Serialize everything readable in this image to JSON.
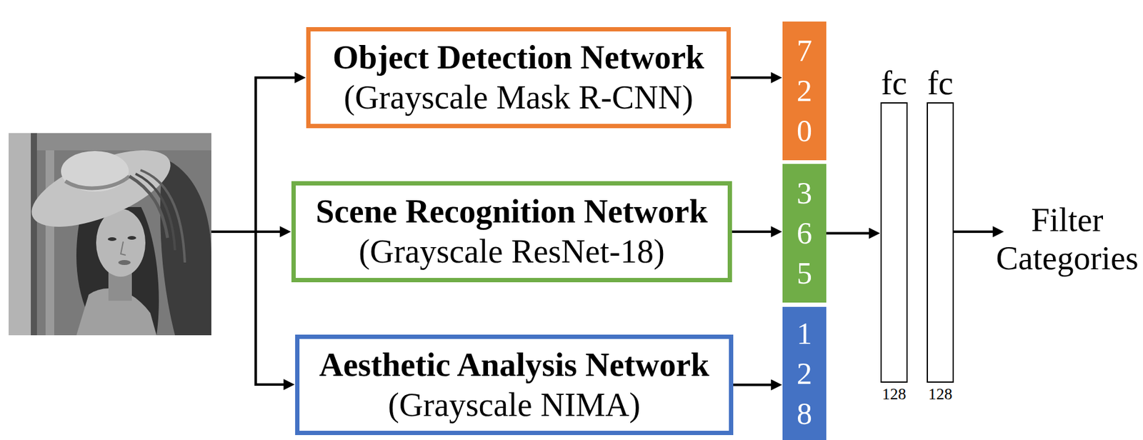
{
  "diagram": {
    "nodes": [
      {
        "text": [
          "Object Detection Network",
          "(Grayscale Mask R-CNN)"
        ]
      },
      {
        "text": [
          "Scene Recognition Network",
          "(Grayscale ResNet-18)"
        ]
      },
      {
        "text": [
          "Aesthetic Analysis Network",
          "(Grayscale NIMA)"
        ]
      },
      {
        "text": [
          "720"
        ]
      },
      {
        "text": [
          "365"
        ]
      },
      {
        "text": [
          "128"
        ]
      },
      {
        "text": [
          "fc",
          "128"
        ]
      },
      {
        "text": [
          "fc",
          "128"
        ]
      }
    ],
    "edges": [
      {
        "from": 0,
        "to": 3,
        "arrow": "to"
      },
      {
        "from": 1,
        "to": 4,
        "arrow": "to"
      },
      {
        "from": 2,
        "to": 5,
        "arrow": "to"
      },
      {
        "from": 4,
        "to": 6,
        "arrow": "to"
      }
    ],
    "labels": [
      "Filter Categories"
    ]
  }
}
